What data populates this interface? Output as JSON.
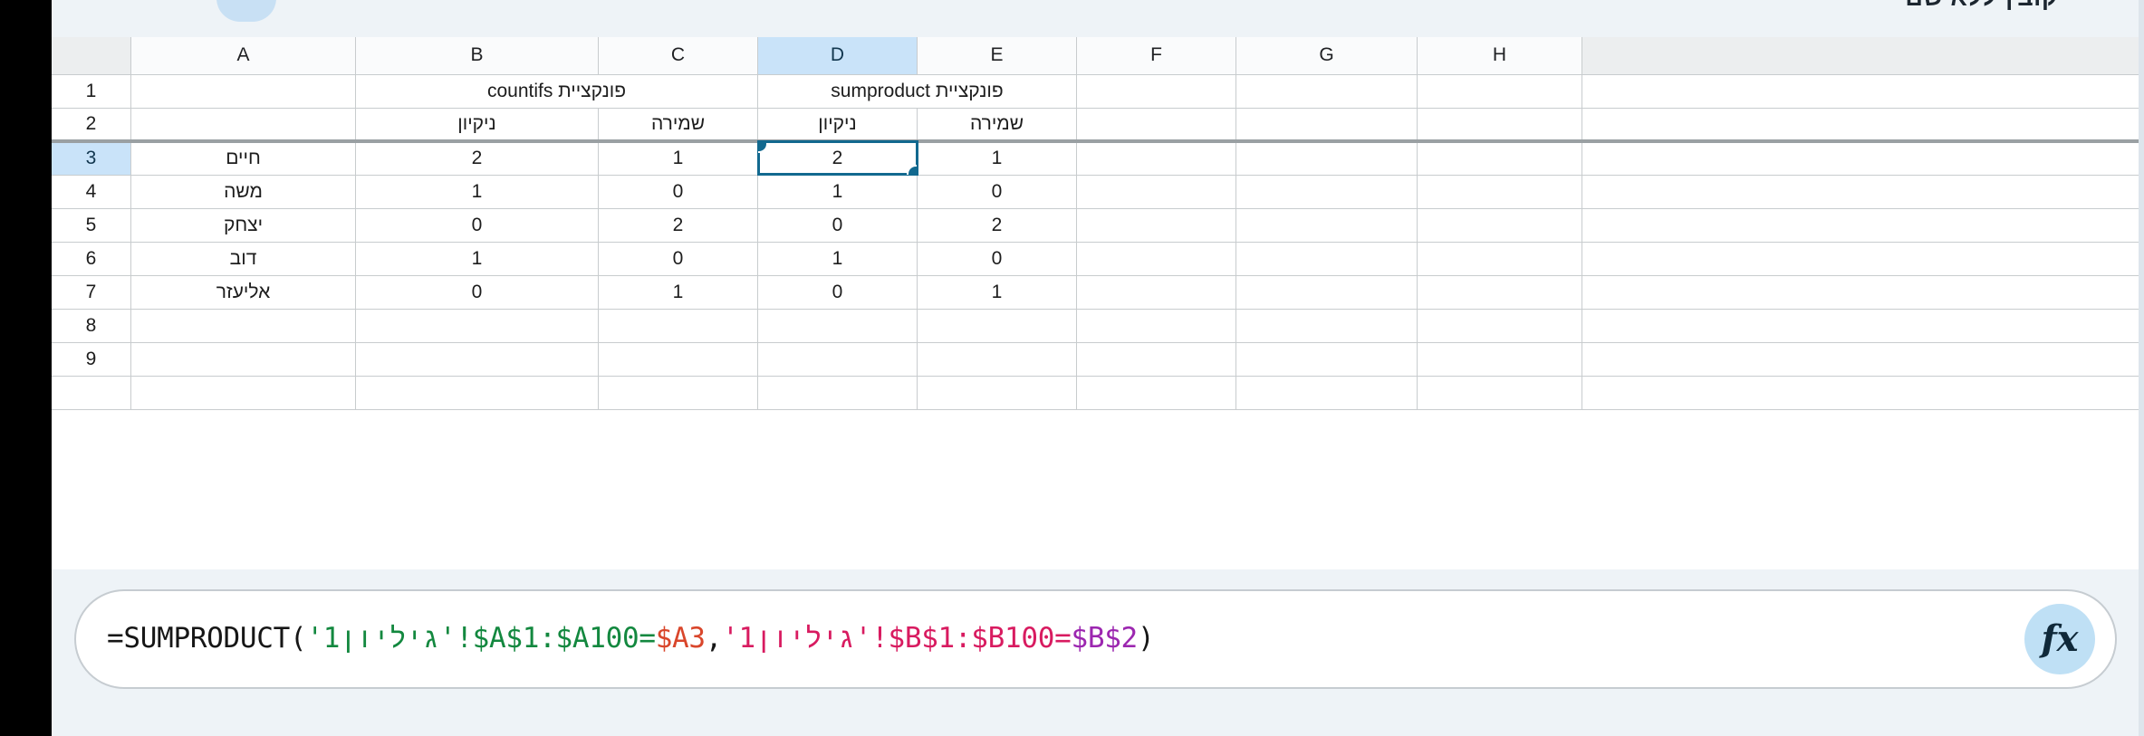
{
  "app": {
    "title_partial": "קובץ ללא שם",
    "fx_button_label": "fx",
    "fx_icon": "function-icon"
  },
  "grid": {
    "column_headers": [
      "H",
      "G",
      "F",
      "E",
      "D",
      "C",
      "B",
      "A"
    ],
    "selected_column": "D",
    "selected_row": "3",
    "row_numbers": [
      "1",
      "2",
      "3",
      "4",
      "5",
      "6",
      "7",
      "8",
      "9"
    ],
    "selected_cell": "D3",
    "selected_cell_value": "2",
    "section_titles": {
      "sumproduct": "פונקציית sumproduct",
      "countifs": "פונקציית countifs"
    },
    "subheaders": {
      "sumproduct_E": "שמירה",
      "sumproduct_D": "ניקיון",
      "countifs_C": "שמירה",
      "countifs_B": "ניקיון"
    },
    "names": [
      "חיים",
      "משה",
      "יצחק",
      "דוב",
      "אליעזר"
    ],
    "values": {
      "E": [
        "1",
        "0",
        "2",
        "0",
        "1"
      ],
      "D": [
        "2",
        "1",
        "0",
        "1",
        "0"
      ],
      "C": [
        "1",
        "0",
        "2",
        "0",
        "1"
      ],
      "B": [
        "2",
        "1",
        "0",
        "1",
        "0"
      ]
    },
    "colors": {
      "sumproduct_fill": "#d9e8d4",
      "countifs_fill": "#ffff00",
      "header_selected_fill": "#c9e3f9",
      "selection_outline": "#12698f"
    }
  },
  "formula": {
    "full_text": "=SUMPRODUCT('גיליון1'!$A$1:$A100=$A3,'גיליון1'!$B$1:$B100=$B$2)",
    "tokens": [
      {
        "t": "=SUMPRODUCT(",
        "c": "plain"
      },
      {
        "t": "'גיליון1'!$A$1:$A100=",
        "c": "green"
      },
      {
        "t": "$A3",
        "c": "red"
      },
      {
        "t": ",",
        "c": "plain"
      },
      {
        "t": "'גיליון1'!$B$1:$B100=",
        "c": "pink"
      },
      {
        "t": "$B$2",
        "c": "purple"
      },
      {
        "t": ")",
        "c": "plain"
      }
    ]
  }
}
